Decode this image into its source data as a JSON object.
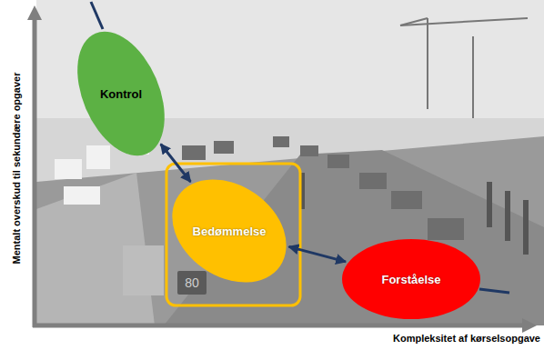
{
  "diagram": {
    "nodes": [
      {
        "text": [
          "Kontrol"
        ]
      },
      {
        "text": [
          "Bedømmelse"
        ]
      },
      {
        "text": [
          "Forståelse"
        ]
      }
    ],
    "edges": [
      {
        "from": 0,
        "to": 1,
        "arrow": "both"
      },
      {
        "from": 1,
        "to": 2,
        "arrow": "both"
      }
    ],
    "labels": [
      "Mentalt overskud til sekundære opgaver",
      "Kompleksitet af kørselsopgave",
      "80"
    ]
  }
}
